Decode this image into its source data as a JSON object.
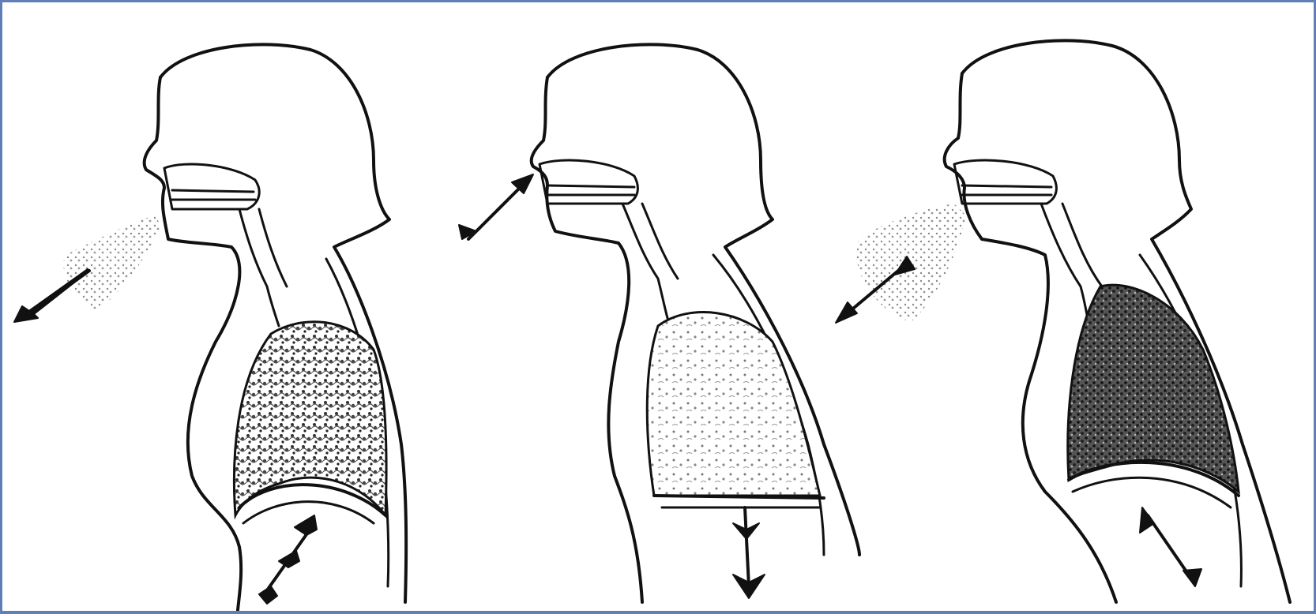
{
  "figure": {
    "panels": [
      {
        "phase_name": "exhale-1",
        "lung_fill": "dense",
        "diaphragm_arrow": "up",
        "air_arrow": "out"
      },
      {
        "phase_name": "inhale",
        "lung_fill": "light",
        "diaphragm_arrow": "down",
        "air_arrow": "in"
      },
      {
        "phase_name": "exhale-2",
        "lung_fill": "very-dense",
        "diaphragm_arrow": "up",
        "air_arrow": "out"
      }
    ],
    "colors": {
      "border": "#5f7fb6",
      "ink": "#111111",
      "background": "#ffffff"
    }
  }
}
